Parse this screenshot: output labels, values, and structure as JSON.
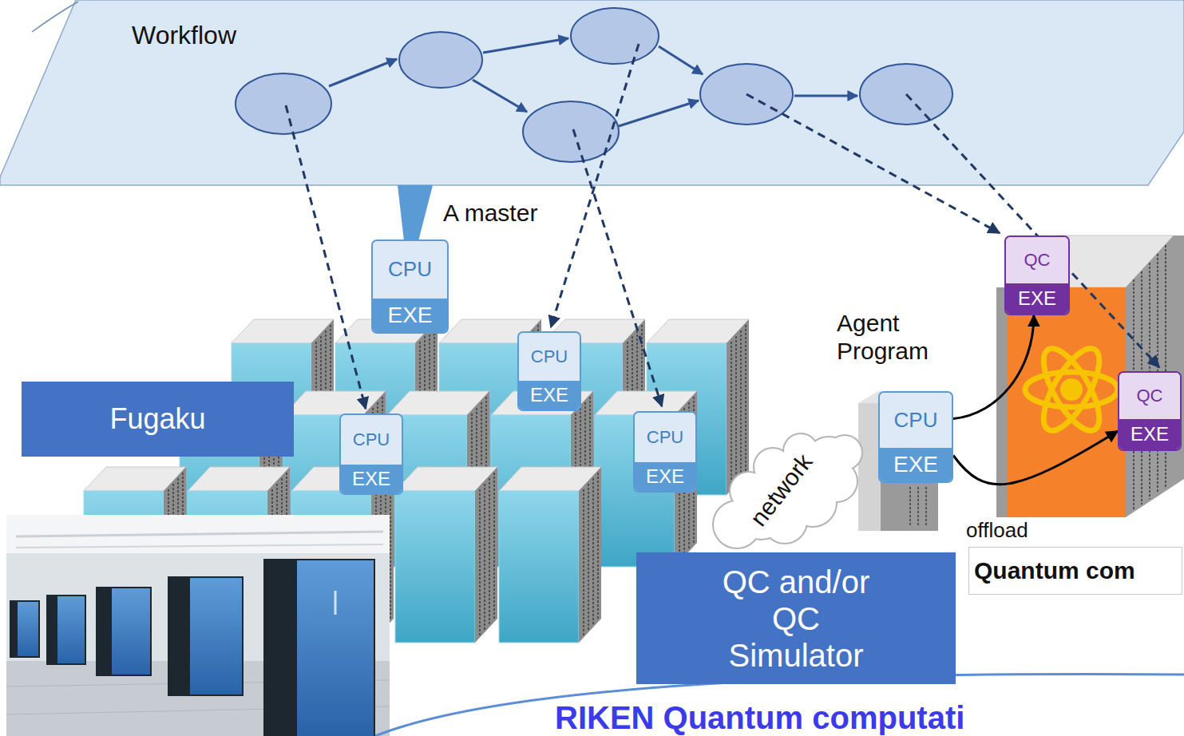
{
  "diagram": {
    "nodes": [
      {
        "text": [
          "Workflow"
        ]
      },
      {
        "text": [
          "CPU",
          "EXE"
        ]
      },
      {
        "text": [
          "CPU",
          "EXE"
        ]
      },
      {
        "text": [
          "Fugaku"
        ]
      },
      {
        "text": [
          "CPU",
          "EXE"
        ]
      },
      {
        "text": [
          "CPU",
          "EXE"
        ]
      },
      {
        "text": [
          "network"
        ]
      },
      {
        "text": [
          "CPU",
          "EXE"
        ]
      },
      {
        "text": [
          "QC",
          "EXE"
        ]
      },
      {
        "text": [
          "QC",
          "EXE"
        ]
      },
      {
        "text": [
          "QC and/or QC Simulator"
        ]
      },
      {
        "text": [
          "Quantum com"
        ]
      }
    ],
    "edges": [
      {
        "from": 7,
        "to": 8,
        "arrow": "to"
      },
      {
        "from": 7,
        "to": 9,
        "arrow": "to"
      }
    ],
    "labels": [
      "A master",
      "Agent Program",
      "offload",
      "RIKEN Quantum computati"
    ]
  }
}
